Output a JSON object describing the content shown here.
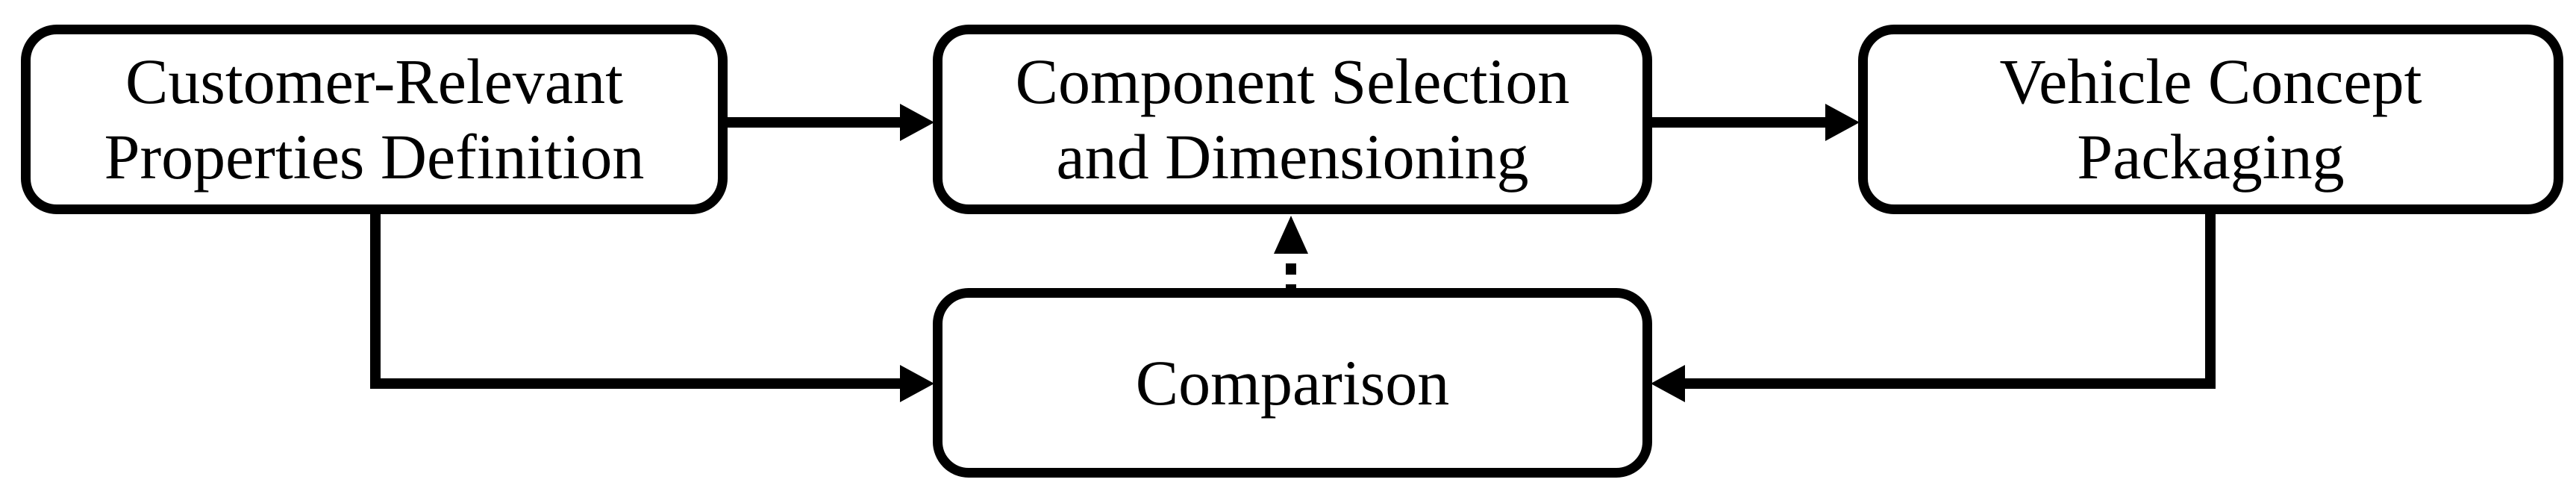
{
  "figure": {
    "type": "flowchart",
    "background_color": "#ffffff",
    "stroke_color": "#000000",
    "nodes": [
      {
        "id": "customer-relevant-properties-definition",
        "label": "Customer-Relevant Properties Definition",
        "lines": [
          "Customer-Relevant",
          "Properties Definition"
        ]
      },
      {
        "id": "component-selection-and-dimensioning",
        "label": "Component Selection and Dimensioning",
        "lines": [
          "Component Selection",
          "and Dimensioning"
        ]
      },
      {
        "id": "vehicle-concept-packaging",
        "label": "Vehicle Concept Packaging",
        "lines": [
          "Vehicle Concept",
          "Packaging"
        ]
      },
      {
        "id": "comparison",
        "label": "Comparison",
        "lines": [
          "Comparison"
        ]
      }
    ],
    "edges": [
      {
        "from": "customer-relevant-properties-definition",
        "to": "component-selection-and-dimensioning",
        "style": "solid",
        "arrow": "right"
      },
      {
        "from": "component-selection-and-dimensioning",
        "to": "vehicle-concept-packaging",
        "style": "solid",
        "arrow": "right"
      },
      {
        "from": "customer-relevant-properties-definition",
        "to": "comparison",
        "style": "solid",
        "arrow": "right"
      },
      {
        "from": "vehicle-concept-packaging",
        "to": "comparison",
        "style": "solid",
        "arrow": "left"
      },
      {
        "from": "comparison",
        "to": "component-selection-and-dimensioning",
        "style": "dashed",
        "arrow": "up"
      }
    ]
  }
}
